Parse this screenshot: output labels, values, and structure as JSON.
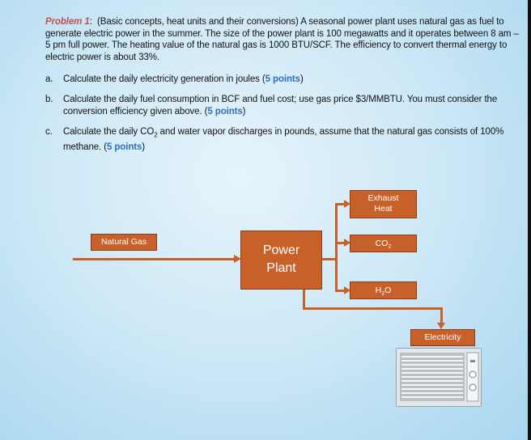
{
  "problem": {
    "label": "Problem 1",
    "colon": ":",
    "intro": "(Basic concepts, heat units and their conversions) A seasonal power plant uses natural gas as fuel to generate electric power in the summer. The size of the power plant is 100 megawatts and it operates between 8 am – 5 pm full power. The heating value of the natural gas is 1000 BTU/SCF. The efficiency to convert thermal energy to electric power is about 33%."
  },
  "items": [
    {
      "marker": "a.",
      "text": "Calculate the daily electricity generation in joules (",
      "points": "5 points",
      "close": ")"
    },
    {
      "marker": "b.",
      "text": "Calculate the daily fuel consumption in BCF and fuel cost; use gas price $3/MMBTU. You must consider the conversion efficiency given above. (",
      "points": "5 points",
      "close": ")"
    },
    {
      "marker": "c.",
      "text_pre": "Calculate the daily CO",
      "sub": "2",
      "text_post": " and water vapor discharges in pounds, assume that the natural gas consists of 100% methane. (",
      "points": "5 points",
      "close": ")"
    }
  ],
  "diagram": {
    "natural_gas": "Natural Gas",
    "power_plant_1": "Power",
    "power_plant_2": "Plant",
    "exhaust_1": "Exhaust",
    "exhaust_2": "Heat",
    "co2_main": "CO",
    "co2_sub": "2",
    "h2o_main": "H",
    "h2o_sub": "2",
    "h2o_tail": "O",
    "electricity": "Electricity",
    "arrow_color": "#c8602a",
    "box_color": "#c8602a"
  }
}
